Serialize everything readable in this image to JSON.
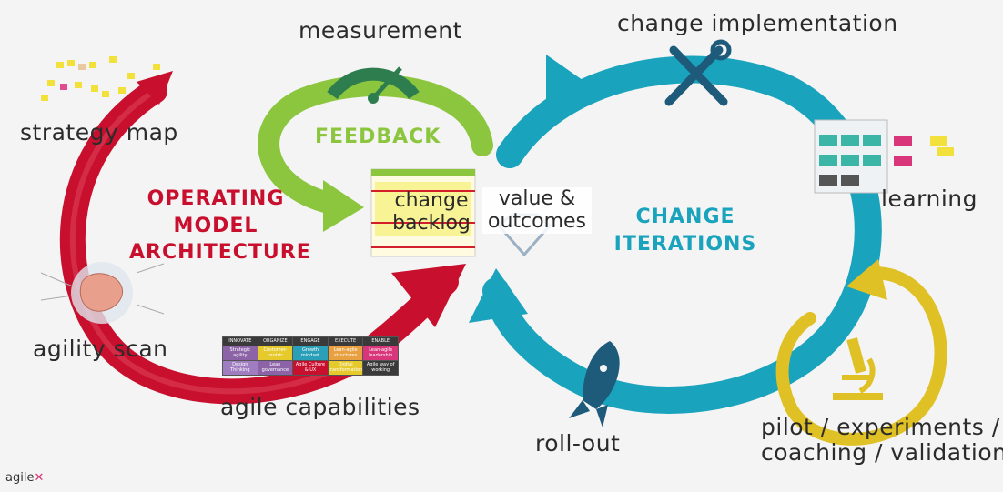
{
  "labels": {
    "measurement": "measurement",
    "change_implementation": "change implementation",
    "strategy_map": "strategy map",
    "learning": "learning",
    "agility_scan": "agility scan",
    "agile_capabilities": "agile capabilities",
    "roll_out": "roll-out",
    "pilot_line1": "pilot / experiments /",
    "pilot_line2": "coaching / validation"
  },
  "loops": {
    "feedback": "FEEDBACK",
    "operating_model": [
      "OPERATING",
      "MODEL",
      "ARCHITECTURE"
    ],
    "change_iterations": [
      "CHANGE",
      "ITERATIONS"
    ]
  },
  "center": {
    "change_backlog": [
      "change",
      "backlog"
    ],
    "value_outcomes": [
      "value &",
      "outcomes"
    ]
  },
  "capabilities_table": {
    "headers": [
      "INNOVATE",
      "ORGANIZE",
      "ENGAGE",
      "EXECUTE",
      "ENABLE"
    ],
    "row1": [
      "Strategic agility",
      "Customer-centric",
      "Growth mindset",
      "Lean-agile structures",
      "Lean-agile leadership"
    ],
    "row2": [
      "Design Thinking",
      "Lean governance",
      "Agile Culture & UX",
      "Digital transformation",
      "Agile way of working"
    ]
  },
  "logo": "agile",
  "colors": {
    "operating_model": "#c8102e",
    "feedback": "#8cc63f",
    "change_iterations": "#1aa3bd",
    "pilot": "#e0c125",
    "icon_dark": "#1e5a7a"
  }
}
